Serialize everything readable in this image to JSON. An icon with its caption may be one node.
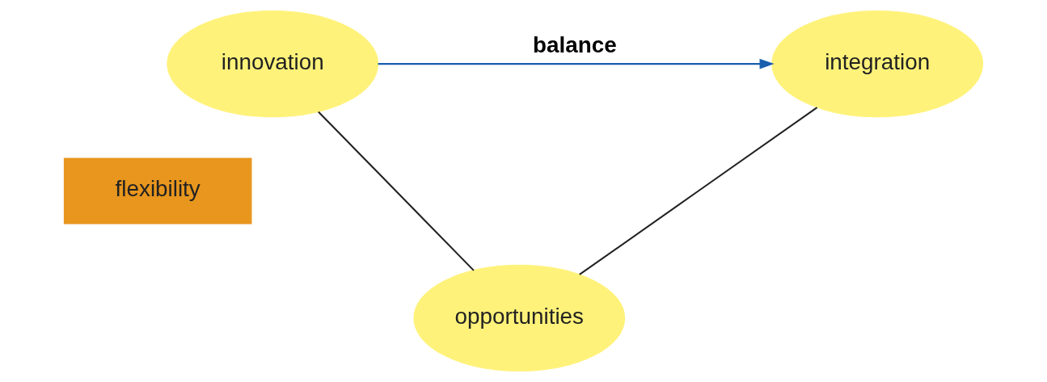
{
  "diagram": {
    "nodes": [
      {
        "text": [
          "innovation"
        ]
      },
      {
        "text": [
          "integration"
        ]
      },
      {
        "text": [
          "flexibility"
        ]
      },
      {
        "text": [
          "opportunities"
        ]
      }
    ],
    "edges": [
      {
        "from": 0,
        "to": 1,
        "arrow": "to",
        "label": "balance",
        "color": "#1a5fae"
      },
      {
        "from": 0,
        "to": 3,
        "arrow": "none"
      },
      {
        "from": 1,
        "to": 3,
        "arrow": "none"
      }
    ]
  }
}
